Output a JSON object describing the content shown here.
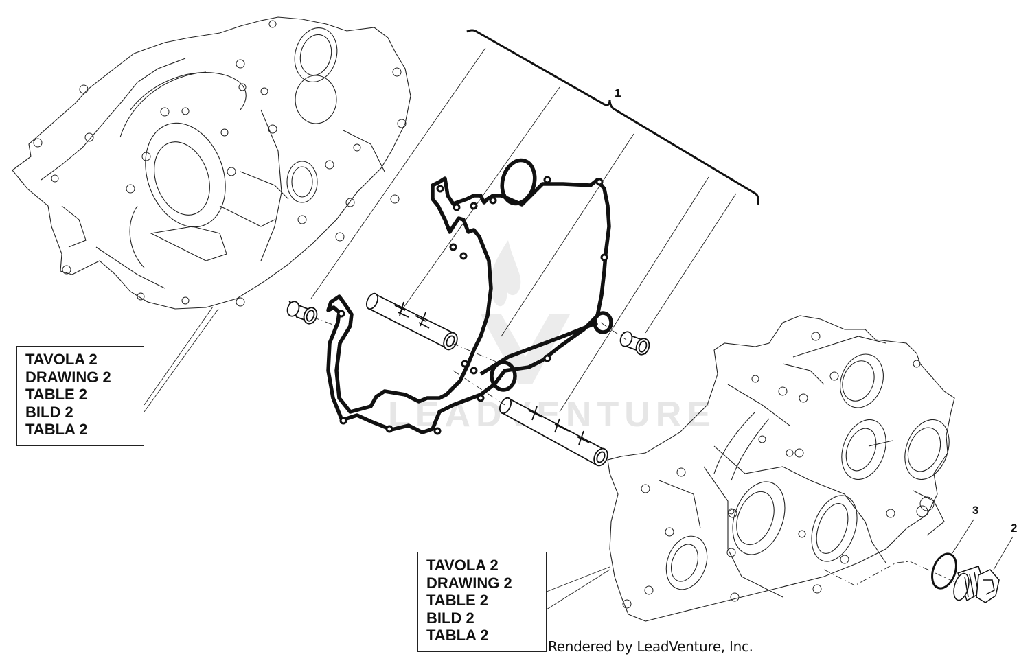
{
  "diagram": {
    "type": "exploded-parts-diagram",
    "subject": "engine crankcase halves with gasket set, dowel pins, oil strainers, drain plug and O-ring",
    "callouts": [
      {
        "number": "1",
        "part": "gasket set (bracketed group: crankcase gasket, dowel bushings, oil strainers)"
      },
      {
        "number": "2",
        "part": "drain plug"
      },
      {
        "number": "3",
        "part": "O-ring"
      }
    ],
    "reference_boxes": [
      {
        "id": "left",
        "lines": [
          "TAVOLA 2",
          "DRAWING 2",
          "TABLE 2",
          "BILD 2",
          "TABLA 2"
        ]
      },
      {
        "id": "right",
        "lines": [
          "TAVOLA 2",
          "DRAWING 2",
          "TABLE 2",
          "BILD 2",
          "TABLA 2"
        ]
      }
    ],
    "credit": "Rendered by LeadVenture, Inc.",
    "watermark": "LEADVENTURE",
    "colors": {
      "line": "#111111",
      "background": "#ffffff",
      "watermark": "#e6e6e6"
    }
  }
}
